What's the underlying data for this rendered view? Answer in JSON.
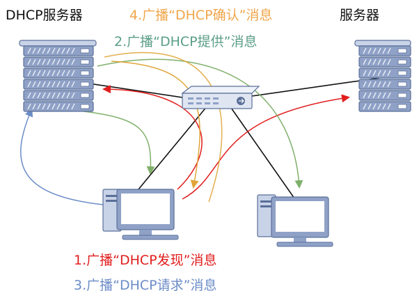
{
  "labels": {
    "dhcp_server": "DHCP服务器",
    "server": "服务器",
    "step1": "1.广播“DHCP发现”消息",
    "step2": "2.广播“DHCP提供”消息",
    "step3": "3.广播“DHCP请求”消息",
    "step4": "4.广播“DHCP确认”消息"
  },
  "colors": {
    "step1": "#e11d1d",
    "step2": "#5a9e87",
    "step3": "#6b8cc7",
    "step4": "#f0a64a",
    "server_body": "#8fa1c6",
    "switch_body": "#dfe6f2"
  }
}
